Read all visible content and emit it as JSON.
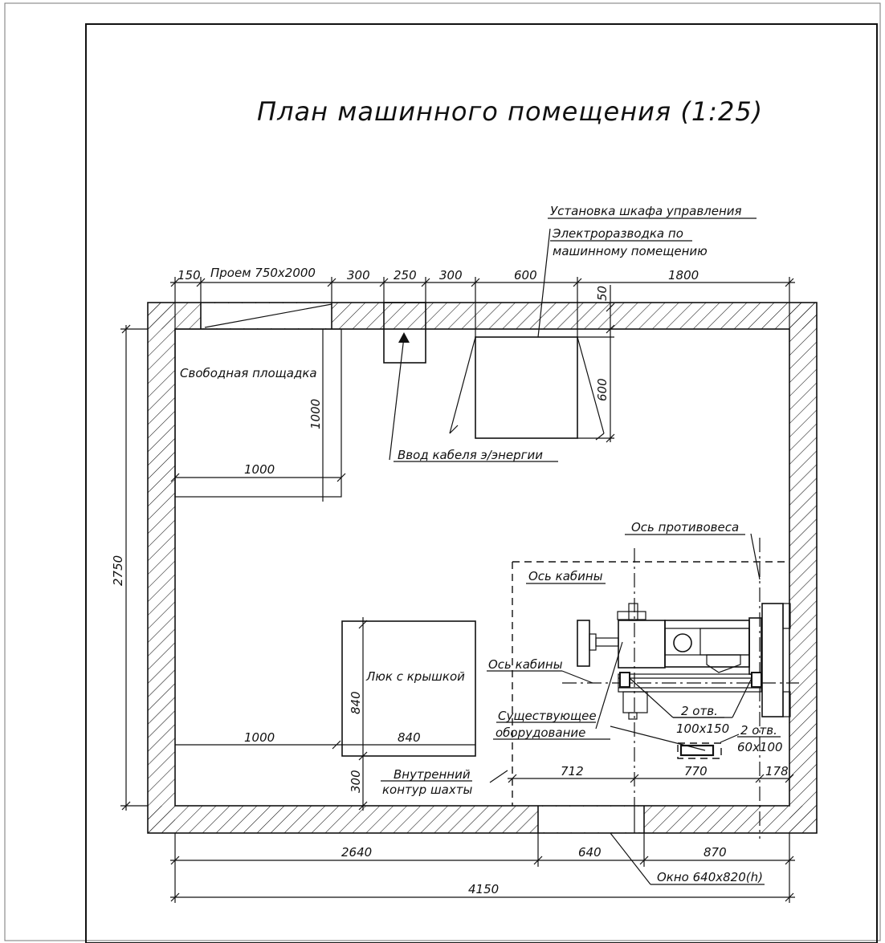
{
  "title": "План  машинного помещения  (1:25)",
  "labels": {
    "control_cabinet": "Установка шкафа управления",
    "wiring_1": "Электроразводка по",
    "wiring_2": "машинному помещению",
    "opening": "Проем 750x2000",
    "free_area": "Свободная площадка",
    "cable_entry": "Ввод кабеля э/энергии",
    "hatch": "Люк с крышкой",
    "counterweight_axis": "Ось противовеса",
    "car_axis_top": "Ось кабины",
    "car_axis_left": "Ось кабины",
    "existing_1": "Существующее",
    "existing_2": "оборудование",
    "holes_a_1": "2 отв.",
    "holes_a_2": "100x150",
    "holes_b_1": "2 отв.",
    "holes_b_2": "60x100",
    "inner_contour_1": "Внутренний",
    "inner_contour_2": "контур шахты",
    "window": "Окно 640x820(h)"
  },
  "dimensions": {
    "d150": "150",
    "d300a": "300",
    "d250": "250",
    "d300b": "300",
    "d600top": "600",
    "d1800": "1800",
    "d50": "50",
    "d600v": "600",
    "d1000v": "1000",
    "d1000h_top": "1000",
    "d2750": "2750",
    "d840v": "840",
    "d1000h_bottom": "1000",
    "d840h": "840",
    "d300v": "300",
    "d712": "712",
    "d770": "770",
    "d178": "178",
    "d2640": "2640",
    "d640": "640",
    "d870": "870",
    "d4150": "4150"
  }
}
